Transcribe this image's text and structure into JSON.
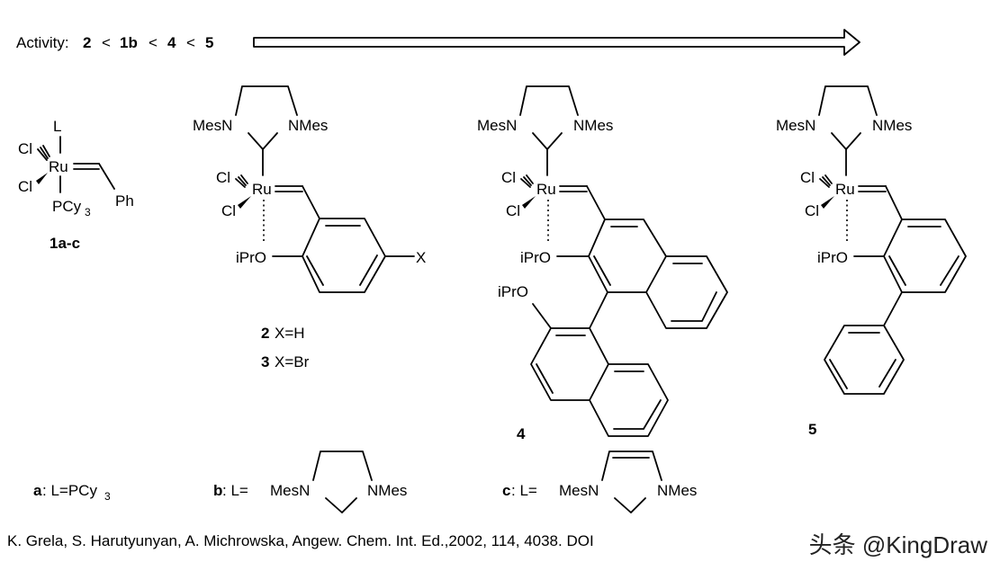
{
  "header": {
    "activity_label": "Activity:",
    "order": [
      "2",
      "<",
      "1b",
      "<",
      "4",
      "<",
      "5"
    ]
  },
  "compounds": {
    "c1": {
      "label": "1a-c",
      "atoms": {
        "L": "L",
        "Cl1": "Cl",
        "Cl2": "Cl",
        "Ru": "Ru",
        "PCy": "PCy",
        "sub3": "3",
        "Ph": "Ph"
      }
    },
    "c2": {
      "label_num": "2",
      "label_txt": "X=H",
      "label3_num": "3",
      "label3_txt": "X=Br",
      "atoms": {
        "MesL": "MesN",
        "MesR": "NMes",
        "Cl1": "Cl",
        "Cl2": "Cl",
        "Ru": "Ru",
        "iPrO": "iPrO",
        "X": "X"
      }
    },
    "c4": {
      "label": "4",
      "atoms": {
        "MesL": "MesN",
        "MesR": "NMes",
        "Cl1": "Cl",
        "Cl2": "Cl",
        "Ru": "Ru",
        "iPrO": "iPrO",
        "iPrO2": "iPrO"
      }
    },
    "c5": {
      "label": "5",
      "atoms": {
        "MesL": "MesN",
        "MesR": "NMes",
        "Cl1": "Cl",
        "Cl2": "Cl",
        "Ru": "Ru",
        "iPrO": "iPrO"
      }
    }
  },
  "ligands": {
    "a": {
      "letter": "a",
      "text": ": L=PCy",
      "sub": "3"
    },
    "b": {
      "letter": "b",
      "text": ": L=",
      "MesN": "MesN",
      "NMes": "NMes"
    },
    "c": {
      "letter": "c",
      "text": ": L=",
      "MesN": "MesN",
      "NMes": "NMes"
    }
  },
  "reference": "K. Grela, S. Harutyunyan, A. Michrowska, Angew. Chem. Int. Ed.,2002, 114, 4038. DOI",
  "watermark": "头条 @KingDraw"
}
